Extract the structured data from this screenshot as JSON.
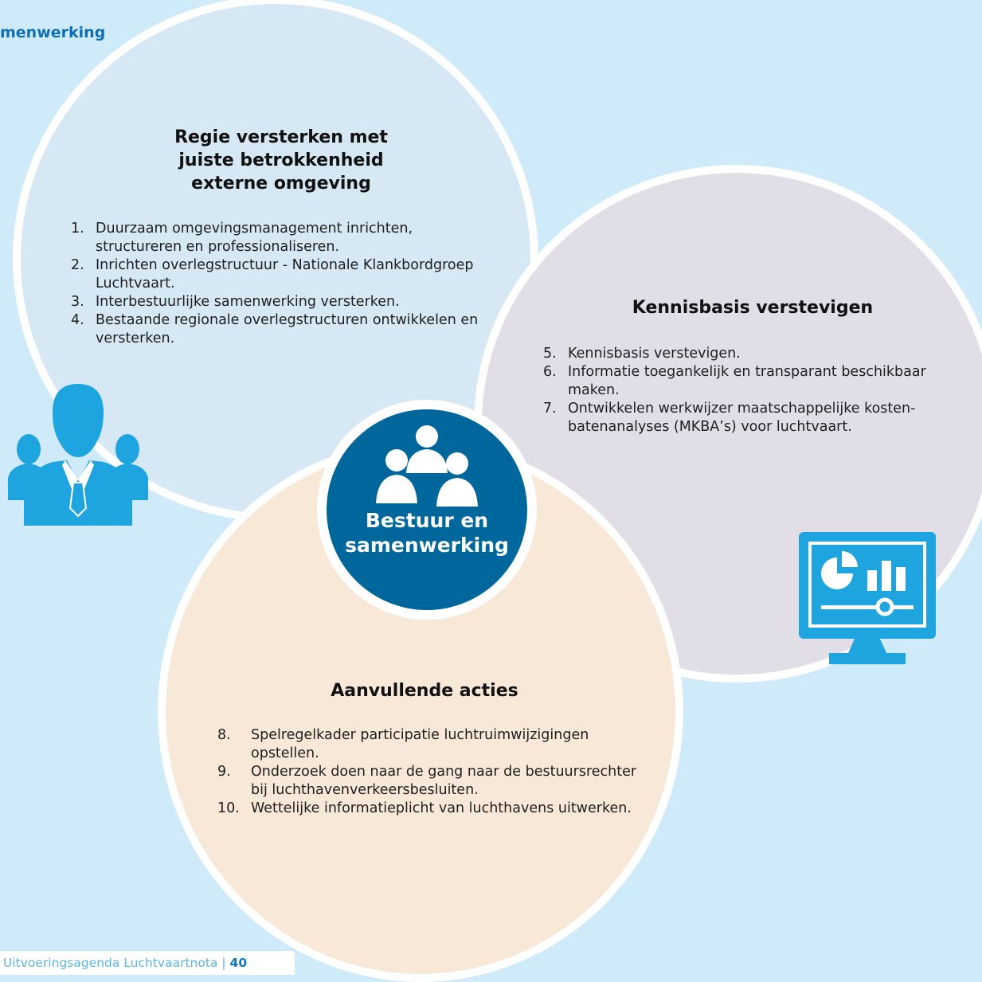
{
  "header": {
    "title": "menwerking"
  },
  "hub": {
    "label": "Bestuur en\nsamenwerking"
  },
  "sections": {
    "regie": {
      "title": "Regie versterken met\njuiste betrokkenheid\nexterne omgeving",
      "items": [
        {
          "num": "1.",
          "text": "Duurzaam omgevingsmanagement inrichten, structureren en professionaliseren."
        },
        {
          "num": "2.",
          "text": "Inrichten overlegstructuur - Nationale Klankbordgroep Luchtvaart."
        },
        {
          "num": "3.",
          "text": "Interbestuurlijke samenwerking versterken."
        },
        {
          "num": "4.",
          "text": "Bestaande regionale overlegstructuren ontwikkelen en versterken."
        }
      ]
    },
    "kennis": {
      "title": "Kennisbasis verstevigen",
      "items": [
        {
          "num": "5.",
          "text": "Kennisbasis verstevigen."
        },
        {
          "num": "6.",
          "text": "Informatie toegankelijk en transparant beschikbaar maken."
        },
        {
          "num": "7.",
          "text": "Ontwikkelen werkwijzer maatschappelijke kosten-batenanalyses (MKBA’s) voor luchtvaart."
        }
      ]
    },
    "aanvullend": {
      "title": "Aanvullende acties",
      "items": [
        {
          "num": "8.",
          "text": "Spelregelkader participatie luchtruimwijzigingen opstellen."
        },
        {
          "num": "9.",
          "text": "Onderzoek doen naar de gang naar de bestuursrechter bij luchthavenverkeersbesluiten."
        },
        {
          "num": "10.",
          "text": "Wettelijke informatieplicht van luchthavens uitwerken."
        }
      ]
    }
  },
  "footer": {
    "doc": "Uitvoeringsagenda Luchtvaartnota",
    "separator": "|",
    "page": "40"
  },
  "icons": {
    "people": "group-of-people-icon",
    "business": "business-people-icon",
    "monitor": "analytics-monitor-icon"
  },
  "colors": {
    "hub": "#00679c",
    "icon": "#1ea5e0",
    "title": "#0e6fb5"
  }
}
